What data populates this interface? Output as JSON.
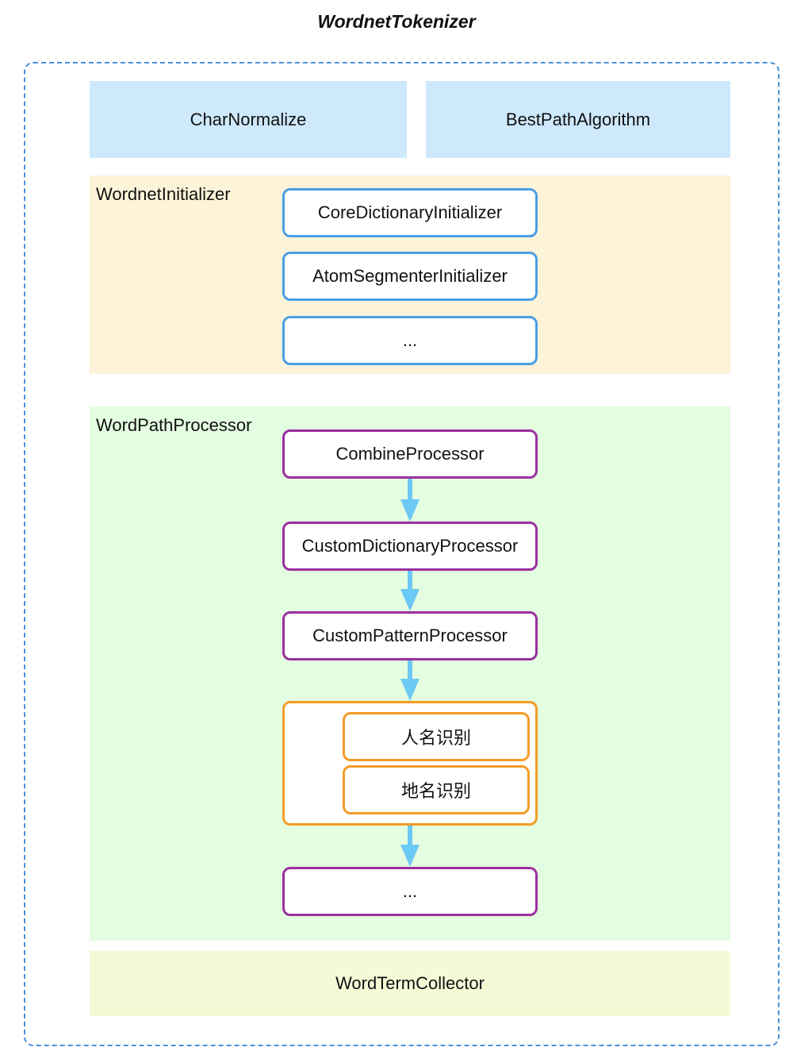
{
  "title": "WordnetTokenizer",
  "top_panels": {
    "left": "CharNormalize",
    "right": "BestPathAlgorithm"
  },
  "initializer": {
    "label": "WordnetInitializer",
    "items": [
      "CoreDictionaryInitializer",
      "AtomSegmenterInitializer",
      "..."
    ]
  },
  "processor": {
    "label": "WordPathProcessor",
    "steps": [
      "CombineProcessor",
      "CustomDictionaryProcessor",
      "CustomPatternProcessor"
    ],
    "group": [
      "人名识别",
      "地名识别"
    ],
    "last": "..."
  },
  "collector": "WordTermCollector",
  "colors": {
    "border_dashed": "#4a90d9",
    "blue_panel": "#cde9fb",
    "yellow_panel": "#fcf3d8",
    "green_panel": "#e3fde0",
    "lime_panel": "#f3fbd6",
    "blue_box": "#4a9fe5",
    "purple_box": "#9b2f9e",
    "orange_box": "#f39c26",
    "arrow": "#6cc8f5"
  }
}
